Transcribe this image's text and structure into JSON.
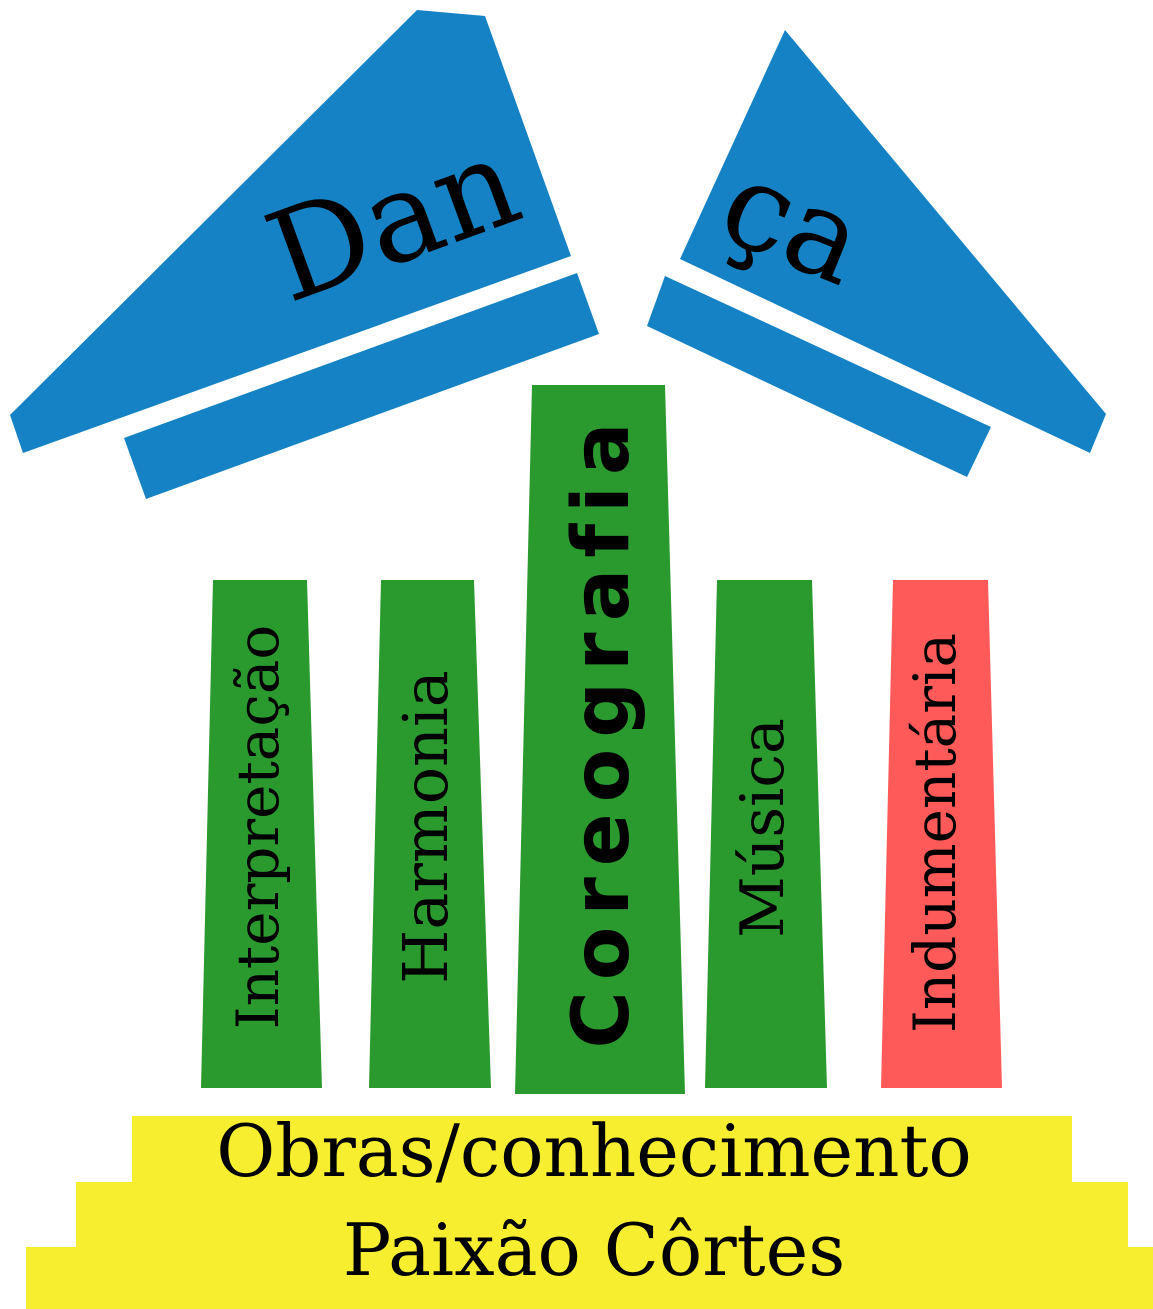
{
  "roof": {
    "left_label": "Dan",
    "right_label": "ça"
  },
  "pillars": [
    {
      "label": "Interpretação",
      "color": "#2a9a2e"
    },
    {
      "label": "Harmonia",
      "color": "#2a9a2e"
    },
    {
      "label": "Coreografia",
      "color": "#2a9a2e"
    },
    {
      "label": "Música",
      "color": "#2a9a2e"
    },
    {
      "label": "Indumentária",
      "color": "#ff5a5a"
    }
  ],
  "base": {
    "line1": "Obras/conhecimento",
    "line2": "Paixão Côrtes"
  },
  "colors": {
    "roof": "#1482c4",
    "pillar_green": "#2a9a2e",
    "pillar_red": "#ff5a5a",
    "base": "#f7ee2f",
    "text": "#000000"
  }
}
